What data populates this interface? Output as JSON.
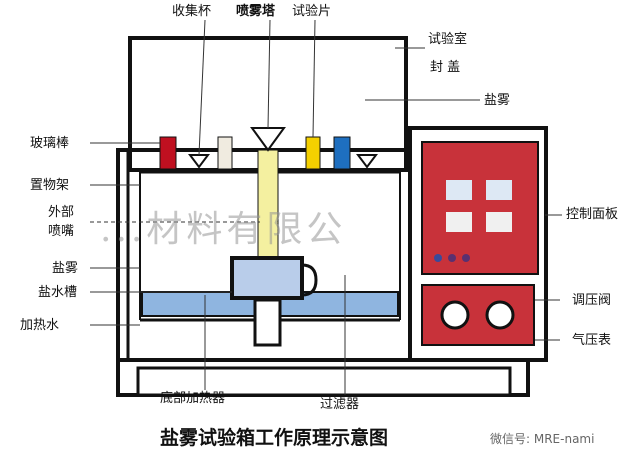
{
  "labels": {
    "collect_cup": "收集杯",
    "spray_tower": "喷雾塔",
    "test_piece": "试验片",
    "chamber_cover_1": "试验室",
    "chamber_cover_2": "封  盖",
    "salt_fog_top": "盐雾",
    "glass_rod": "玻璃棒",
    "rack": "置物架",
    "ext_nozzle_1": "外部",
    "ext_nozzle_2": "喷嘴",
    "salt_fog_left": "盐雾",
    "brine_tank": "盐水槽",
    "heating_water": "加热水",
    "control_panel": "控制面板",
    "pressure_valve": "调压阀",
    "pressure_gauge": "气压表",
    "bottom_heater": "底部加热器",
    "filter": "过滤器"
  },
  "title": "盐雾试验箱工作原理示意图",
  "wechat": "微信号: MRE-nami",
  "watermark": "...材料有限公",
  "colors": {
    "panel": "#c8323a",
    "water": "#8fb5e0",
    "tower": "#f4f0a0"
  }
}
